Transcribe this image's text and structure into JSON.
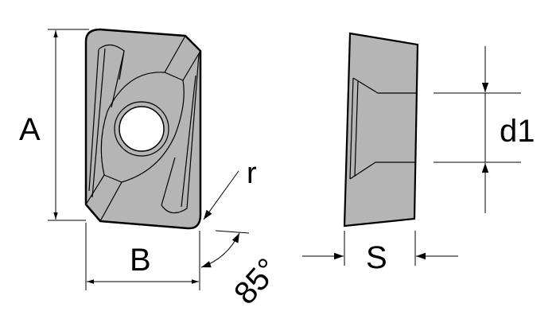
{
  "labels": {
    "A": "A",
    "B": "B",
    "r": "r",
    "angle": "85°",
    "S": "S",
    "d1": "d1"
  },
  "colors": {
    "insert_fill": "#b5b5b5",
    "line": "#000000"
  }
}
